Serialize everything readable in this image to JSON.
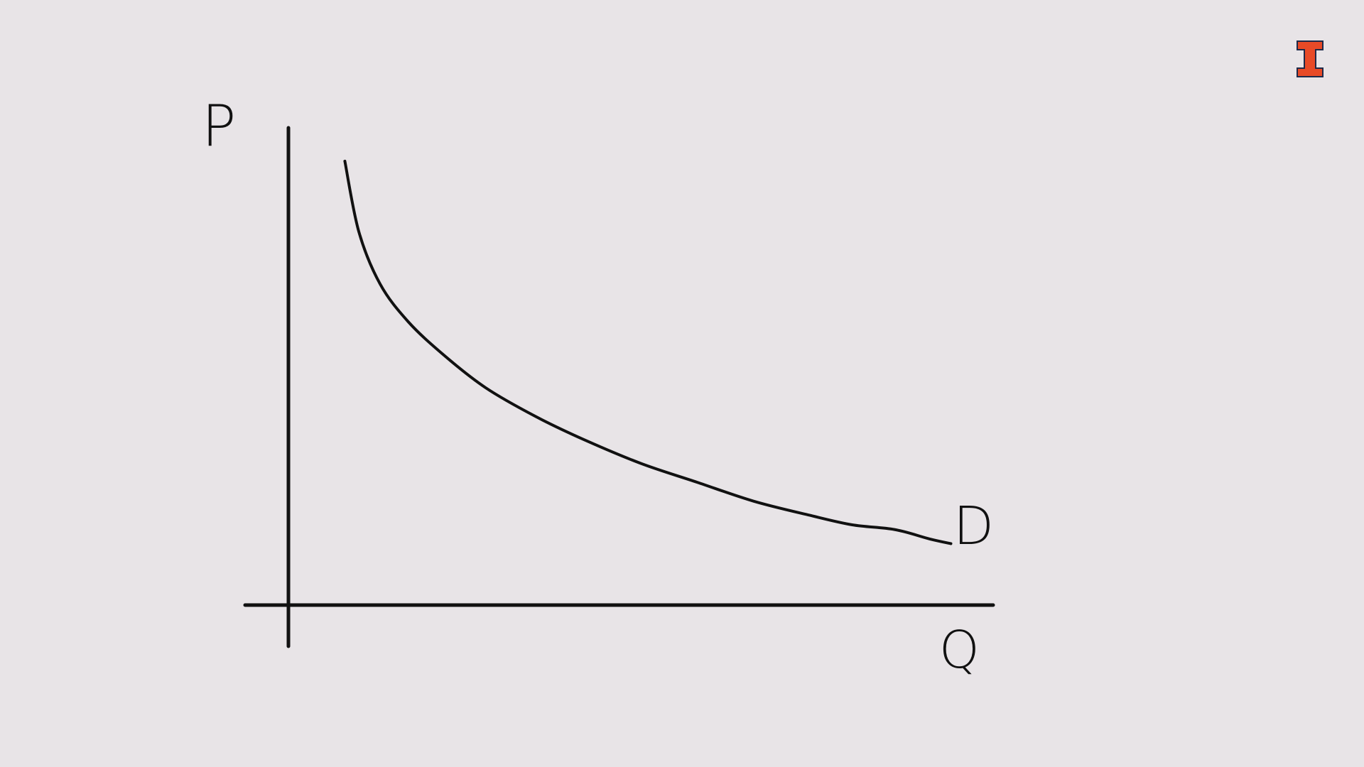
{
  "chart_data": {
    "type": "line",
    "title": "",
    "xlabel": "Q",
    "ylabel": "P",
    "grid": false,
    "legend": "none",
    "series": [
      {
        "name": "D",
        "x": [
          0.08,
          0.1,
          0.13,
          0.17,
          0.22,
          0.28,
          0.35,
          0.42,
          0.5,
          0.58,
          0.66,
          0.74,
          0.8,
          0.86,
          0.91,
          0.94
        ],
        "y": [
          0.94,
          0.79,
          0.68,
          0.6,
          0.53,
          0.46,
          0.4,
          0.35,
          0.3,
          0.26,
          0.22,
          0.19,
          0.17,
          0.16,
          0.14,
          0.13
        ]
      }
    ],
    "xlim": [
      0,
      1
    ],
    "ylim": [
      0,
      1
    ]
  },
  "colors": {
    "background": "#e8e4e7",
    "ink": "#111111",
    "logo": "#e84a27"
  },
  "icons": {
    "logo": "block-i-icon"
  }
}
